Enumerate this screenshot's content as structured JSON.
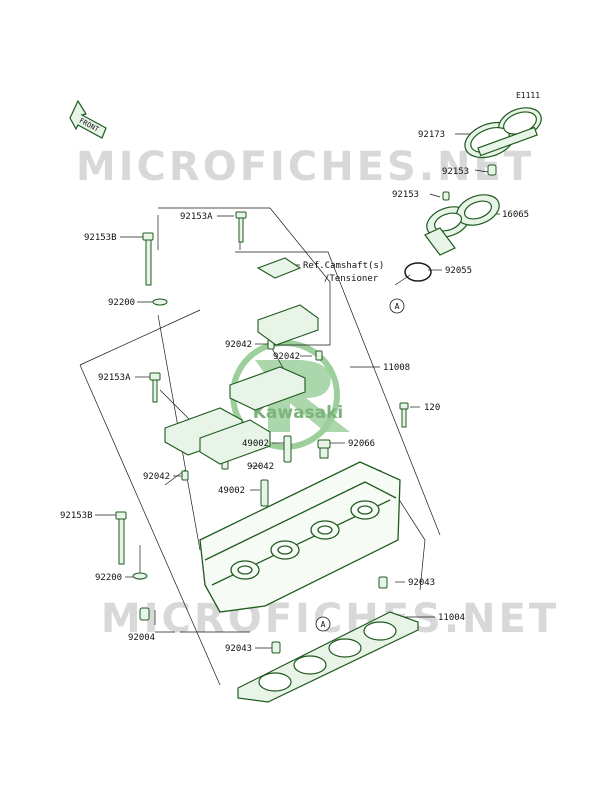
{
  "diagram_code": "E1111",
  "front_label": "FRONT",
  "watermark_text": "MICROFICHES.NET",
  "brand_text": "Kawasaki",
  "ref_note": [
    "Ref.Camshaft(s)",
    "/Tensioner"
  ],
  "callout_marker": "A",
  "part_labels": [
    "92173",
    "92153",
    "16065",
    "92055",
    "92153A",
    "92153B",
    "92200",
    "92042",
    "92042",
    "11008",
    "92153A",
    "120",
    "49002",
    "92066",
    "92042",
    "92042",
    "49002",
    "92153B",
    "92200",
    "92043",
    "11004",
    "92004",
    "92043"
  ],
  "colors": {
    "line": "#1a1a1a",
    "part_fill": "#e9f4e9",
    "part_stroke": "#1e5a1e",
    "watermark": "#b8bab8",
    "logo": "#7dbf7d"
  }
}
